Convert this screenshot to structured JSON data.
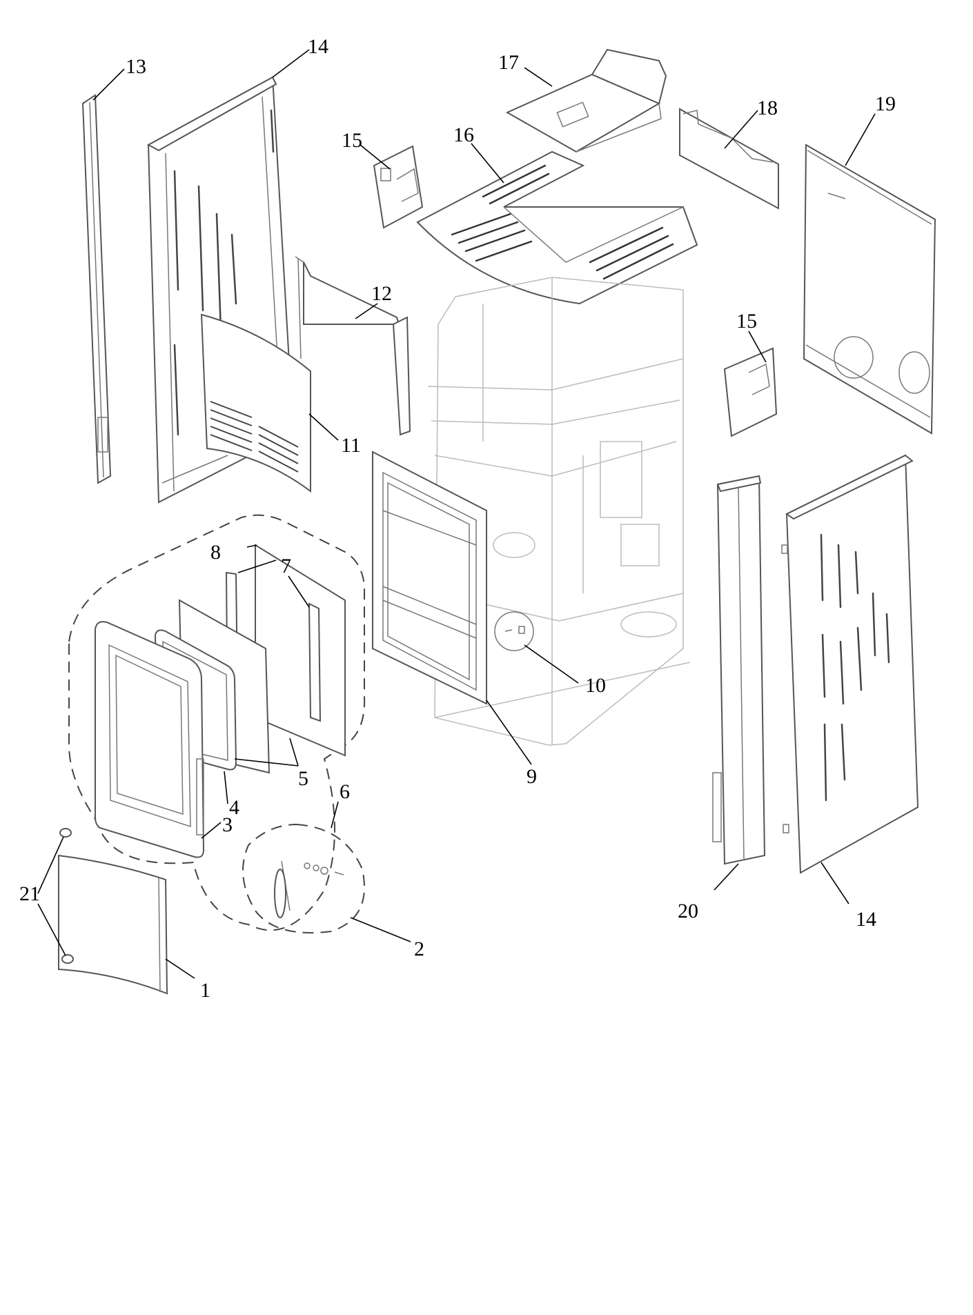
{
  "diagram": {
    "callouts": [
      {
        "id": "p1",
        "text": "1"
      },
      {
        "id": "p2",
        "text": "2"
      },
      {
        "id": "p3",
        "text": "3"
      },
      {
        "id": "p4",
        "text": "4"
      },
      {
        "id": "p5",
        "text": "5"
      },
      {
        "id": "p6",
        "text": "6"
      },
      {
        "id": "p7",
        "text": "7"
      },
      {
        "id": "p8",
        "text": "8"
      },
      {
        "id": "p9",
        "text": "9"
      },
      {
        "id": "p10",
        "text": "10"
      },
      {
        "id": "p11",
        "text": "11"
      },
      {
        "id": "p12",
        "text": "12"
      },
      {
        "id": "p13",
        "text": "13"
      },
      {
        "id": "p14a",
        "text": "14"
      },
      {
        "id": "p14b",
        "text": "14"
      },
      {
        "id": "p15a",
        "text": "15"
      },
      {
        "id": "p15b",
        "text": "15"
      },
      {
        "id": "p16",
        "text": "16"
      },
      {
        "id": "p17",
        "text": "17"
      },
      {
        "id": "p18",
        "text": "18"
      },
      {
        "id": "p19",
        "text": "19"
      },
      {
        "id": "p20",
        "text": "20"
      },
      {
        "id": "p21",
        "text": "21"
      }
    ],
    "colors": {
      "line": "#555555",
      "label": "#000000",
      "background": "#ffffff"
    }
  }
}
